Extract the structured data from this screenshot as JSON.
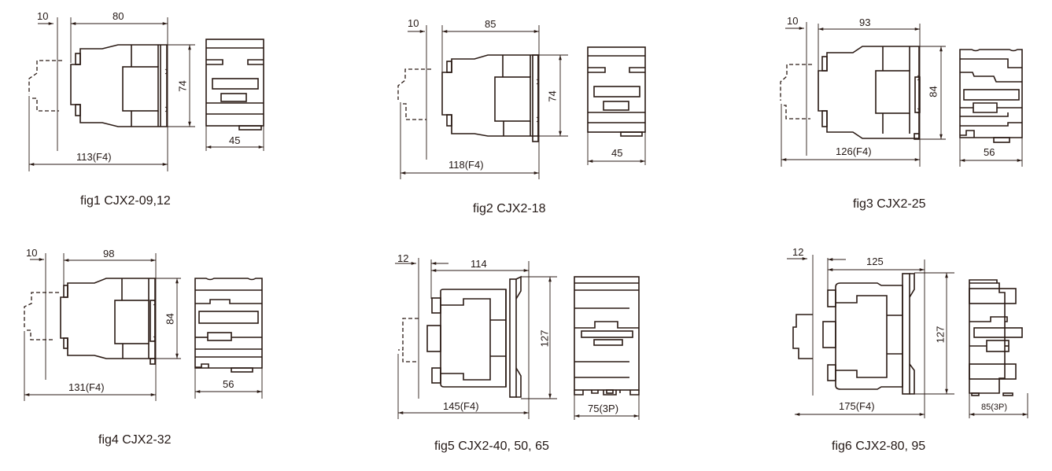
{
  "figures": [
    {
      "id": "fig1",
      "caption": "fig1 CJX2-09,12",
      "dims": {
        "rail_offset": "10",
        "body_depth": "80",
        "height": "74",
        "total_depth": "113(F4)",
        "width": "45"
      }
    },
    {
      "id": "fig2",
      "caption": "fig2 CJX2-18",
      "dims": {
        "rail_offset": "10",
        "body_depth": "85",
        "height": "74",
        "total_depth": "118(F4)",
        "width": "45"
      }
    },
    {
      "id": "fig3",
      "caption": "fig3 CJX2-25",
      "dims": {
        "rail_offset": "10",
        "body_depth": "93",
        "height": "84",
        "total_depth": "126(F4)",
        "width": "56"
      }
    },
    {
      "id": "fig4",
      "caption": "fig4 CJX2-32",
      "dims": {
        "rail_offset": "10",
        "body_depth": "98",
        "height": "84",
        "total_depth": "131(F4)",
        "width": "56"
      }
    },
    {
      "id": "fig5",
      "caption": "fig5  CJX2-40, 50, 65",
      "dims": {
        "rail_offset": "12",
        "body_depth": "114",
        "height": "127",
        "total_depth": "145(F4)",
        "width": "75(3P)"
      }
    },
    {
      "id": "fig6",
      "caption": "fig6  CJX2-80, 95",
      "dims": {
        "rail_offset": "12",
        "body_depth": "125",
        "height": "127",
        "total_depth": "175(F4)",
        "width": "85(3P)"
      }
    }
  ],
  "colors": {
    "line": "#2a1a14",
    "background": "#ffffff"
  }
}
